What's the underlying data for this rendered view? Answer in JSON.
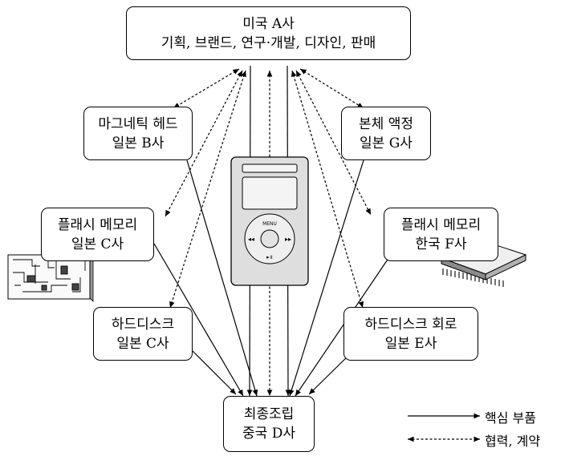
{
  "nodes": {
    "a": {
      "line1": "미국 A사",
      "line2": "기획, 브랜드, 연구·개발, 디자인, 판매"
    },
    "b": {
      "line1": "마그네틱 헤드",
      "line2": "일본 B사"
    },
    "g": {
      "line1": "본체 액정",
      "line2": "일본 G사"
    },
    "c_flash": {
      "line1": "플래시 메모리",
      "line2": "일본 C사"
    },
    "f": {
      "line1": "플래시 메모리",
      "line2": "한국 F사"
    },
    "c_hdd": {
      "line1": "하드디스크",
      "line2": "일본 C사"
    },
    "e": {
      "line1": "하드디스크 회로",
      "line2": "일본 E사"
    },
    "d": {
      "line1": "최종조립",
      "line2": "중국 D사"
    }
  },
  "device": {
    "menu_label": "MENU"
  },
  "legend": {
    "core": "핵심 부품",
    "cooperation": "협력, 계약"
  }
}
